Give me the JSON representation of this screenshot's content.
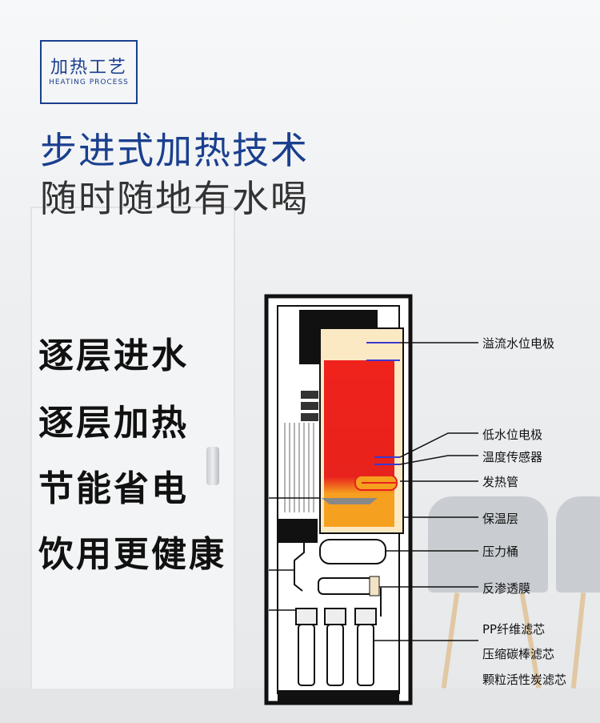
{
  "badge": {
    "title": "加热工艺",
    "subtitle": "HEATING PROCESS"
  },
  "headline": "步进式加热技术",
  "subline": "随时随地有水喝",
  "features": [
    "逐层进水",
    "逐层加热",
    "节能省电",
    "饮用更健康"
  ],
  "labels": {
    "overflow": "溢流水位电极",
    "low_level": "低水位电极",
    "temp_sensor": "温度传感器",
    "heater": "发热管",
    "insulation": "保温层",
    "pressure_tank": "压力桶",
    "ro_membrane": "反渗透膜",
    "pp_filter": "PP纤维滤芯",
    "carbon_rod": "压缩碳棒滤芯",
    "granular_carbon": "颗粒活性炭滤芯"
  },
  "colors": {
    "brand_blue": "#1a3f8f",
    "tank_red": "#e8221c",
    "tank_orange": "#f6a020",
    "insulation": "#fbe9c4"
  }
}
